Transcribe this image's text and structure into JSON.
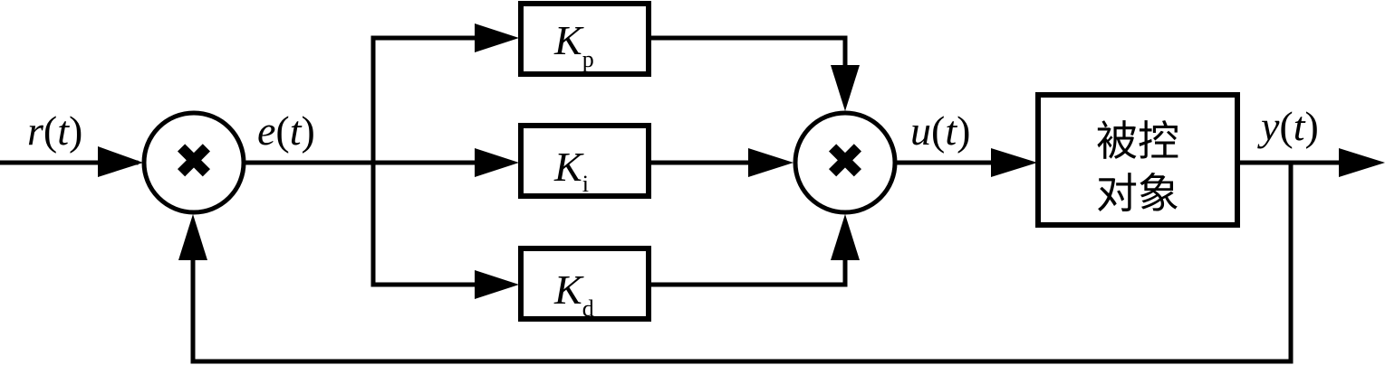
{
  "diagram": {
    "type": "PID control block diagram",
    "signals": {
      "reference": {
        "symbol": "r",
        "arg": "t"
      },
      "error": {
        "symbol": "e",
        "arg": "t"
      },
      "control": {
        "symbol": "u",
        "arg": "t"
      },
      "output": {
        "symbol": "y",
        "arg": "t"
      }
    },
    "gains": [
      {
        "symbol": "K",
        "subscript": "p"
      },
      {
        "symbol": "K",
        "subscript": "i"
      },
      {
        "symbol": "K",
        "subscript": "d"
      }
    ],
    "plant": {
      "line1": "被控",
      "line2": "对象"
    },
    "junctions": [
      {
        "name": "error-summing-junction",
        "glyph": "✖"
      },
      {
        "name": "output-summing-junction",
        "glyph": "✖"
      }
    ],
    "colors": {
      "stroke": "#000000",
      "background": "#ffffff"
    }
  }
}
